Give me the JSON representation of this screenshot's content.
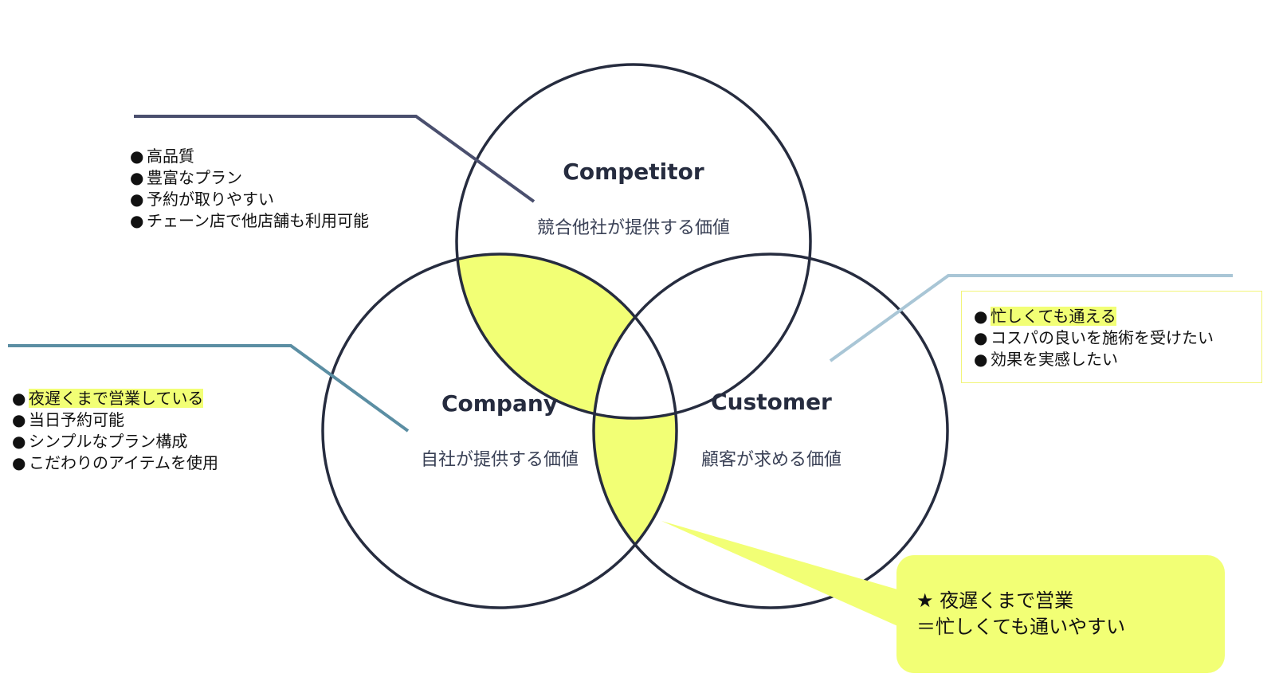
{
  "circles": {
    "competitor": {
      "title": "Competitor",
      "subtitle": "競合他社が提供する価値"
    },
    "company": {
      "title": "Company",
      "subtitle": "自社が提供する価値"
    },
    "customer": {
      "title": "Customer",
      "subtitle": "顧客が求める価値"
    }
  },
  "competitor_notes": [
    "高品質",
    "豊富なプラン",
    "予約が取りやすい",
    "チェーン店で他店舗も利用可能"
  ],
  "company_notes": {
    "highlighted": "夜遅くまで営業している",
    "items": [
      "当日予約可能",
      "シンプルなプラン構成",
      "こだわりのアイテムを使用"
    ]
  },
  "customer_notes": {
    "highlighted": "忙しくても通える",
    "items": [
      "コスパの良いを施術を受けたい",
      "効果を実感したい"
    ]
  },
  "bullet_symbol": "●",
  "callout": {
    "line1": "★ 夜遅くまで営業",
    "line2": "＝忙しくても通いやすい"
  },
  "colors": {
    "circle_stroke": "#262c3f",
    "highlight": "#f2ff75",
    "competitor_line": "#4a4f6e",
    "company_line": "#5b8ea3",
    "customer_line": "#a9c6d6"
  }
}
